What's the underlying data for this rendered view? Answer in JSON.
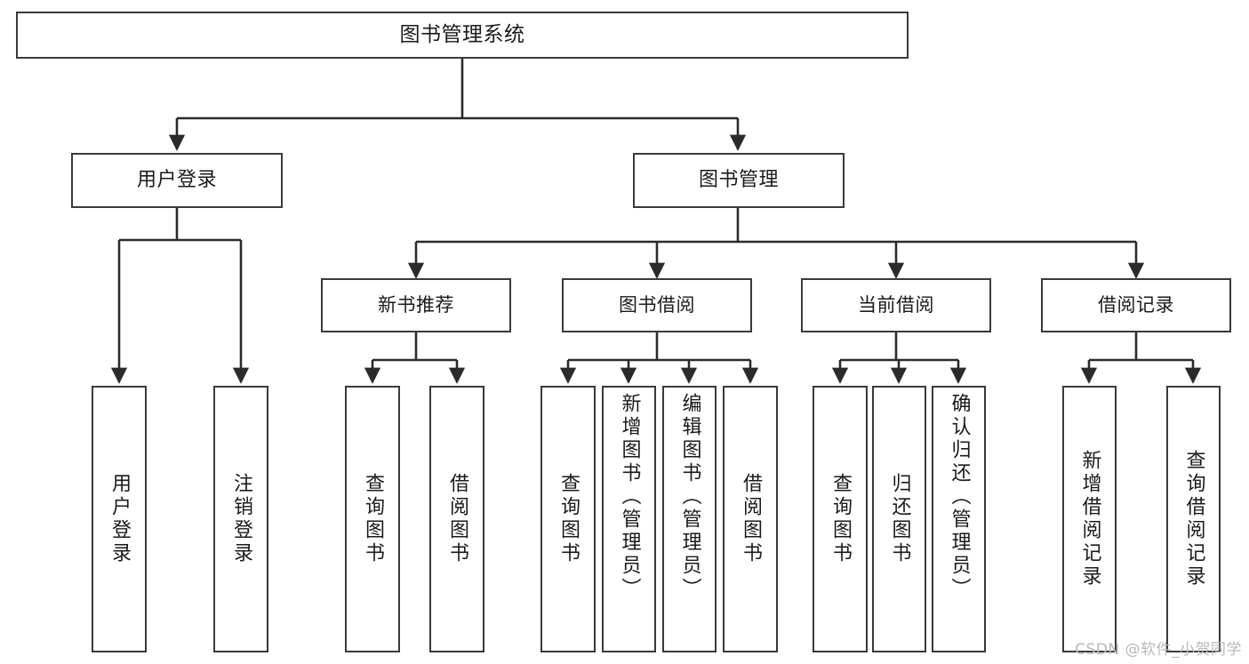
{
  "diagram": {
    "type": "tree-hierarchy",
    "title": "图书管理系统",
    "watermark": "CSDN @软件_小贺同学",
    "colors": {
      "box_border": "#3a3a3a",
      "box_fill": "#ffffff",
      "edge": "#2b2b2b",
      "text": "#1b1b1b",
      "watermark": "#b9b9b9",
      "background": "#ffffff"
    },
    "root": {
      "id": "root",
      "label": "图书管理系统"
    },
    "level1": [
      {
        "id": "l1-0",
        "label": "用户登录"
      },
      {
        "id": "l1-1",
        "label": "图书管理"
      }
    ],
    "level2": [
      {
        "id": "l2-0",
        "label": "新书推荐",
        "parent": "l1-1"
      },
      {
        "id": "l2-1",
        "label": "图书借阅",
        "parent": "l1-1"
      },
      {
        "id": "l2-2",
        "label": "当前借阅",
        "parent": "l1-1"
      },
      {
        "id": "l2-3",
        "label": "借阅记录",
        "parent": "l1-1"
      }
    ],
    "leaves": [
      {
        "id": "lf-0",
        "label": "用户登录",
        "parent": "l1-0"
      },
      {
        "id": "lf-1",
        "label": "注销登录",
        "parent": "l1-0"
      },
      {
        "id": "lf-2",
        "label": "查询图书",
        "parent": "l2-0"
      },
      {
        "id": "lf-3",
        "label": "借阅图书",
        "parent": "l2-0"
      },
      {
        "id": "lf-4",
        "label": "查询图书",
        "parent": "l2-1"
      },
      {
        "id": "lf-5",
        "label": "新增图书（管理员）",
        "parent": "l2-1"
      },
      {
        "id": "lf-6",
        "label": "编辑图书（管理员）",
        "parent": "l2-1"
      },
      {
        "id": "lf-7",
        "label": "借阅图书",
        "parent": "l2-1"
      },
      {
        "id": "lf-8",
        "label": "查询图书",
        "parent": "l2-2"
      },
      {
        "id": "lf-9",
        "label": "归还图书",
        "parent": "l2-2"
      },
      {
        "id": "lf-10",
        "label": "确认归还（管理员）",
        "parent": "l2-2"
      },
      {
        "id": "lf-11",
        "label": "新增借阅记录",
        "parent": "l2-3"
      },
      {
        "id": "lf-12",
        "label": "查询借阅记录",
        "parent": "l2-3"
      }
    ]
  }
}
